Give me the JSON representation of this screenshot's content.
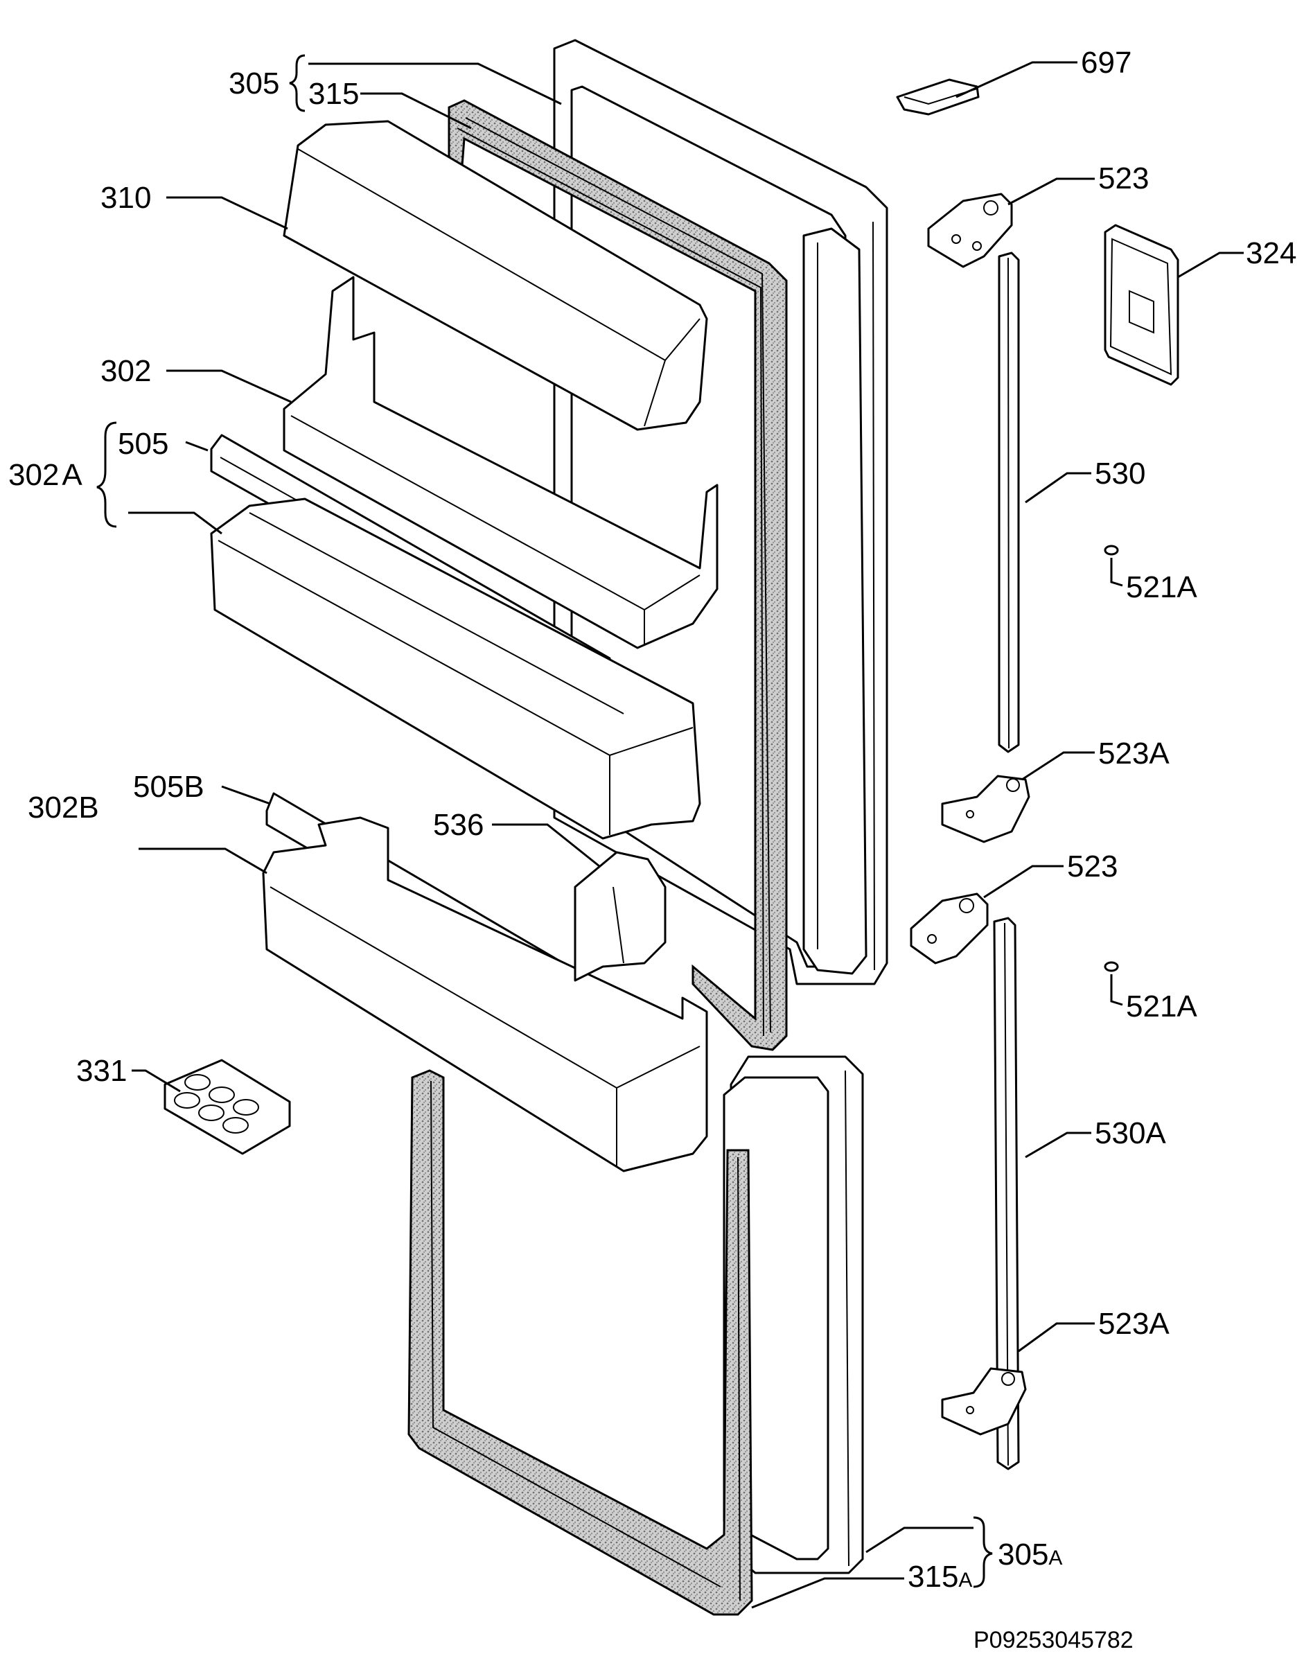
{
  "labels": {
    "l305": "305",
    "l315": "315",
    "l310": "310",
    "l302": "302",
    "l302A": "302",
    "l302A_sfx": "A",
    "l505": "505",
    "l302B": "302B",
    "l505B": "505B",
    "l536": "536",
    "l331": "331",
    "l697": "697",
    "l523_top": "523",
    "l324": "324",
    "l530": "530",
    "l521A_top": "521A",
    "l523A_top": "523A",
    "l523_mid": "523",
    "l521A_mid": "521A",
    "l530A": "530A",
    "l523A_bot": "523A",
    "l305A": "305",
    "l305A_sfx": "A",
    "l315A": "315",
    "l315A_sfx": "A"
  },
  "reference_code": "P09253045782"
}
